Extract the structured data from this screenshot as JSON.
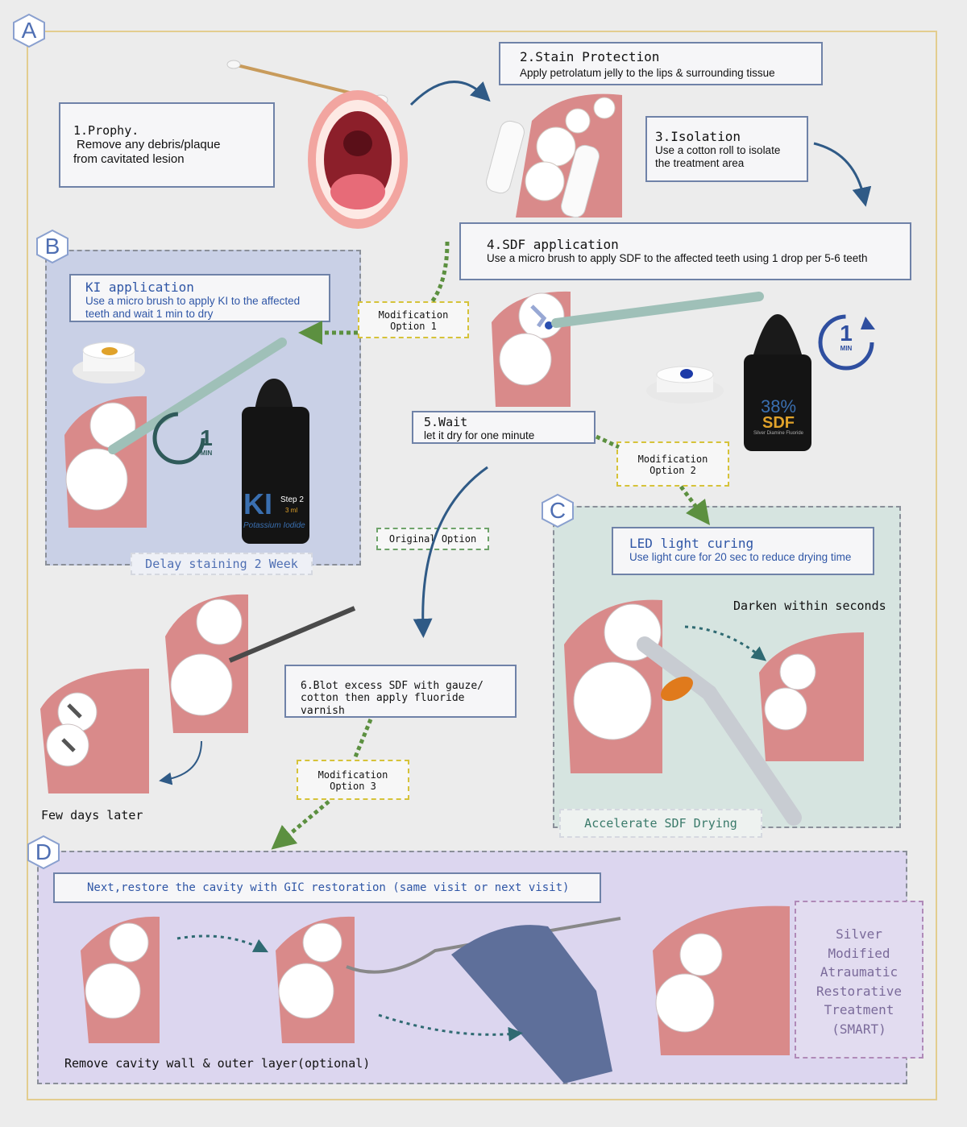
{
  "panels": {
    "a": {
      "letter": "A"
    },
    "b": {
      "letter": "B",
      "footer": "Delay staining 2 Week"
    },
    "c": {
      "letter": "C",
      "footer": "Accelerate SDF Drying"
    },
    "d": {
      "letter": "D"
    }
  },
  "steps": {
    "prophy": {
      "title": "1.Prophy.",
      "desc1": "Remove any debris/plaque",
      "desc2": "from  cavitated lesion"
    },
    "stain": {
      "title": "2.Stain Protection",
      "desc": "Apply petrolatum jelly to the  lips & surrounding tissue"
    },
    "isolation": {
      "title": "3.Isolation",
      "desc1": "Use a cotton roll to isolate",
      "desc2": "the treatment area"
    },
    "sdf": {
      "title": "4.SDF application",
      "desc": "Use a micro brush to apply SDF  to the affected teeth using 1 drop  per 5-6 teeth"
    },
    "wait": {
      "title": "5.Wait",
      "desc": "let  it dry  for one minute"
    },
    "blot": {
      "line1": "6.Blot excess SDF with gauze/",
      "line2": "cotton then apply fluoride varnish"
    }
  },
  "ki": {
    "title": "KI application",
    "desc1": "Use a micro brush to apply KI  to the affected",
    "desc2": "teeth and wait 1 min to dry"
  },
  "led": {
    "title": "LED light curing",
    "desc": "Use light cure for 20 sec to reduce drying time"
  },
  "options": {
    "opt1": {
      "line1": "Modification",
      "line2": "Option 1"
    },
    "opt2": {
      "line1": "Modification",
      "line2": "Option 2"
    },
    "opt3": {
      "line1": "Modification",
      "line2": "Option 3"
    },
    "original": "Original Option"
  },
  "captions": {
    "few_days": "Few days later",
    "darken": "Darken within seconds",
    "remove_wall": "Remove cavity wall & outer layer(optional)"
  },
  "restore": {
    "text": "Next,restore the cavity with GIC restoration (same visit or next visit)"
  },
  "smart": {
    "l1": "Silver",
    "l2": "Modified",
    "l3": "Atraumatic",
    "l4": "Restorative",
    "l5": "Treatment",
    "l6": "(SMART)"
  },
  "timer": {
    "num": "1",
    "unit": "MIN"
  },
  "bottle_sdf": {
    "pct": "38%",
    "name": "SDF",
    "small": "Silver Diamine Fluoride"
  },
  "bottle_ki": {
    "name": "KI",
    "step": "Step 2",
    "vol": "3 ml",
    "sub": "Potassium Iodide"
  }
}
